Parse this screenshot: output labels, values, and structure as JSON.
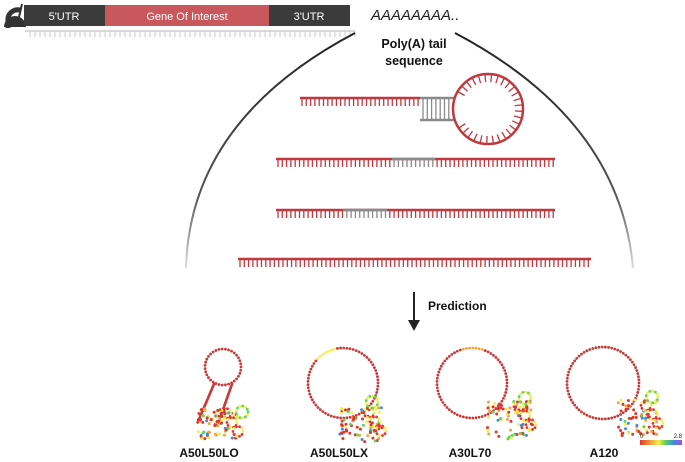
{
  "mrna": {
    "segments": [
      "5'UTR",
      "Gene Of Interest",
      "3'UTR"
    ],
    "tail_text": "AAAAAAAA..",
    "colors": {
      "utr": "#3b3b3b",
      "gene": "#c9585c"
    }
  },
  "title": {
    "line1": "Poly(A) tail",
    "line2": "sequence"
  },
  "prediction_label": "Prediction",
  "structures": [
    {
      "label": "A50L50LO"
    },
    {
      "label": "A50L50LX"
    },
    {
      "label": "A30L70"
    },
    {
      "label": "A120"
    }
  ],
  "colorbar": {
    "min": "0",
    "max": "2.8"
  },
  "colors": {
    "strand": "#c0393f",
    "linker": "#8a8a8a",
    "arrow": "#222222"
  }
}
